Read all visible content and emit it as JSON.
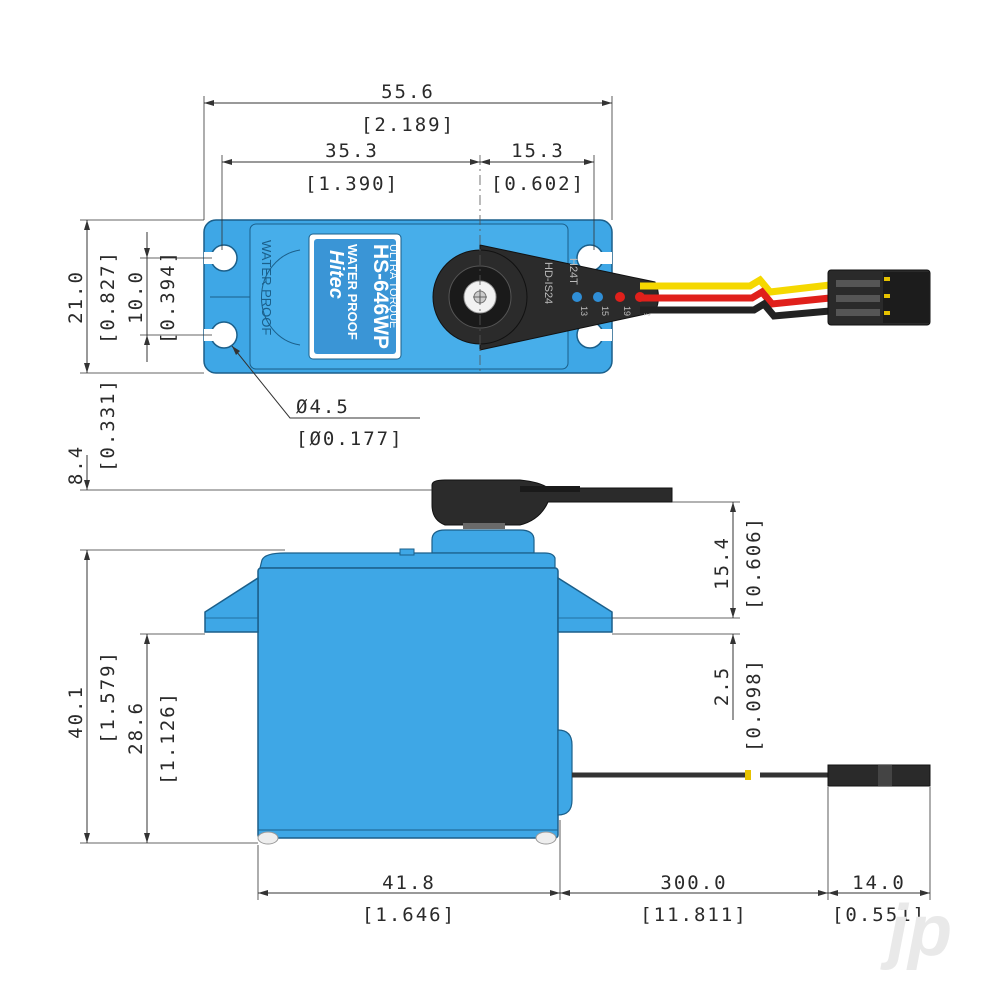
{
  "dimensions": {
    "overall_length": {
      "mm": "55.6",
      "in": "[2.189]"
    },
    "hole_spacing": {
      "mm": "35.3",
      "in": "[1.390]"
    },
    "horn_offset": {
      "mm": "15.3",
      "in": "[0.602]"
    },
    "width": {
      "mm": "21.0",
      "in": "[0.827]"
    },
    "hole_pitch": {
      "mm": "10.0",
      "in": "[0.394]"
    },
    "hole_diameter": {
      "mm": "Ø4.5",
      "in": "[Ø0.177]"
    },
    "horn_height": {
      "mm": "8.4",
      "in": "[0.331]"
    },
    "shaft_height": {
      "mm": "15.4",
      "in": "[0.606]"
    },
    "flange_thickness": {
      "mm": "2.5",
      "in": "[0.098]"
    },
    "total_height": {
      "mm": "40.1",
      "in": "[1.579]"
    },
    "body_height": {
      "mm": "28.6",
      "in": "[1.126]"
    },
    "body_length": {
      "mm": "41.8",
      "in": "[1.646]"
    },
    "lead_length": {
      "mm": "300.0",
      "in": "[11.811]"
    },
    "connector_length": {
      "mm": "14.0",
      "in": "[0.551]"
    }
  },
  "label": {
    "line1": "ULTRA TORQUE",
    "line2": "HS-646WP",
    "line3": "WATER PROOF",
    "brand": "Hitec"
  },
  "side_text": "WATER PROOF",
  "horn_text": {
    "line1": "H24T",
    "line2": "HD-IS24",
    "numbers": [
      "22",
      "19",
      "15",
      "13"
    ]
  },
  "watermark": "jp",
  "colors": {
    "servo_body": "#3ea7e6",
    "wire_signal": "#f5d800",
    "wire_power": "#e0201b",
    "wire_ground": "#222222"
  }
}
